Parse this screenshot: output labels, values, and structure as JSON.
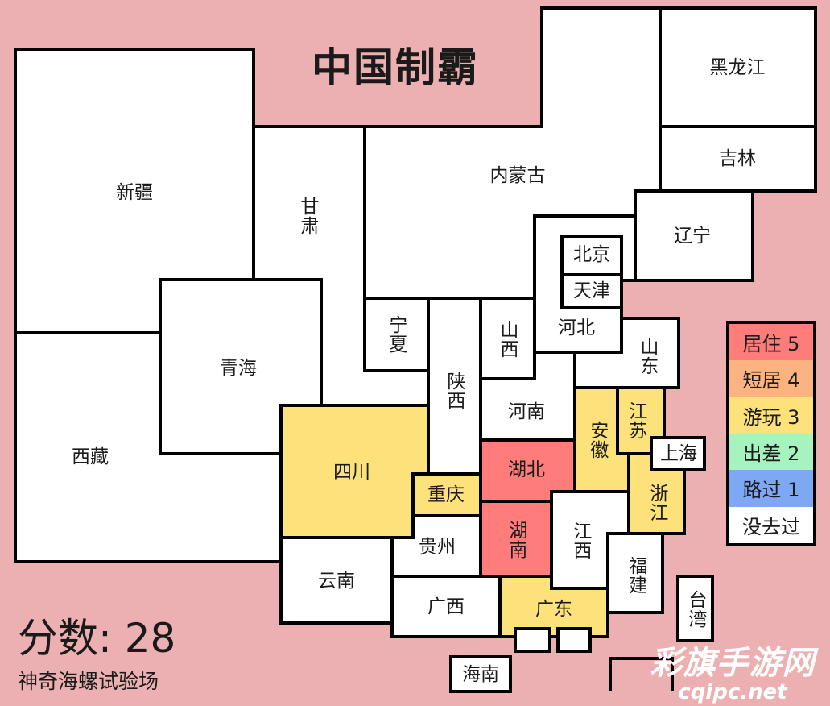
{
  "title": "中国制霸",
  "score": {
    "label": "分数",
    "value": "28",
    "text": "分数: 28"
  },
  "subtitle": "神奇海螺试验场",
  "watermark": {
    "line1": "彩旗手游网",
    "line2": "cqipc.net"
  },
  "colors": {
    "background": "#ecb0b2",
    "level5": "#fe7d7a",
    "level4": "#fcb382",
    "level3": "#fde17a",
    "level2": "#a6f3c0",
    "level1": "#7ea7f4",
    "level0": "#ffffff",
    "border": "#000000"
  },
  "legend": [
    {
      "label": "居住 5",
      "level": 5,
      "color": "#fe7d7a"
    },
    {
      "label": "短居 4",
      "level": 4,
      "color": "#fcb382"
    },
    {
      "label": "游玩 3",
      "level": 3,
      "color": "#fde17a"
    },
    {
      "label": "出差 2",
      "level": 2,
      "color": "#a6f3c0"
    },
    {
      "label": "路过 1",
      "level": 1,
      "color": "#7ea7f4"
    },
    {
      "label": "没去过",
      "level": 0,
      "color": "#ffffff"
    }
  ],
  "provinces": [
    {
      "id": "xinjiang",
      "name": "新疆",
      "level": 0
    },
    {
      "id": "xizang",
      "name": "西藏",
      "level": 0
    },
    {
      "id": "qinghai",
      "name": "青海",
      "level": 0
    },
    {
      "id": "gansu",
      "name": "甘肃",
      "level": 0
    },
    {
      "id": "neimenggu",
      "name": "内蒙古",
      "level": 0
    },
    {
      "id": "heilongjiang",
      "name": "黑龙江",
      "level": 0
    },
    {
      "id": "jilin",
      "name": "吉林",
      "level": 0
    },
    {
      "id": "liaoning",
      "name": "辽宁",
      "level": 0
    },
    {
      "id": "hebei",
      "name": "河北",
      "level": 0
    },
    {
      "id": "beijing",
      "name": "北京",
      "level": 0
    },
    {
      "id": "tianjin",
      "name": "天津",
      "level": 0
    },
    {
      "id": "ningxia",
      "name": "宁夏",
      "level": 0
    },
    {
      "id": "shaanxi",
      "name": "陕西",
      "level": 0
    },
    {
      "id": "shanxi",
      "name": "山西",
      "level": 0
    },
    {
      "id": "henan",
      "name": "河南",
      "level": 0
    },
    {
      "id": "shandong",
      "name": "山东",
      "level": 0
    },
    {
      "id": "anhui",
      "name": "安徽",
      "level": 3
    },
    {
      "id": "jiangsu",
      "name": "江苏",
      "level": 3
    },
    {
      "id": "shanghai",
      "name": "上海",
      "level": 0
    },
    {
      "id": "zhejiang",
      "name": "浙江",
      "level": 3
    },
    {
      "id": "hubei",
      "name": "湖北",
      "level": 5
    },
    {
      "id": "hunan",
      "name": "湖南",
      "level": 5
    },
    {
      "id": "jiangxi",
      "name": "江西",
      "level": 0
    },
    {
      "id": "fujian",
      "name": "福建",
      "level": 0
    },
    {
      "id": "sichuan",
      "name": "四川",
      "level": 3
    },
    {
      "id": "chongqing",
      "name": "重庆",
      "level": 3
    },
    {
      "id": "guizhou",
      "name": "贵州",
      "level": 0
    },
    {
      "id": "yunnan",
      "name": "云南",
      "level": 0
    },
    {
      "id": "guangxi",
      "name": "广西",
      "level": 0
    },
    {
      "id": "guangdong",
      "name": "广东",
      "level": 3
    },
    {
      "id": "hongkong",
      "name": "",
      "level": 0
    },
    {
      "id": "macau",
      "name": "",
      "level": 0
    },
    {
      "id": "hainan",
      "name": "海南",
      "level": 0
    },
    {
      "id": "taiwan",
      "name": "台湾",
      "level": 0
    }
  ]
}
